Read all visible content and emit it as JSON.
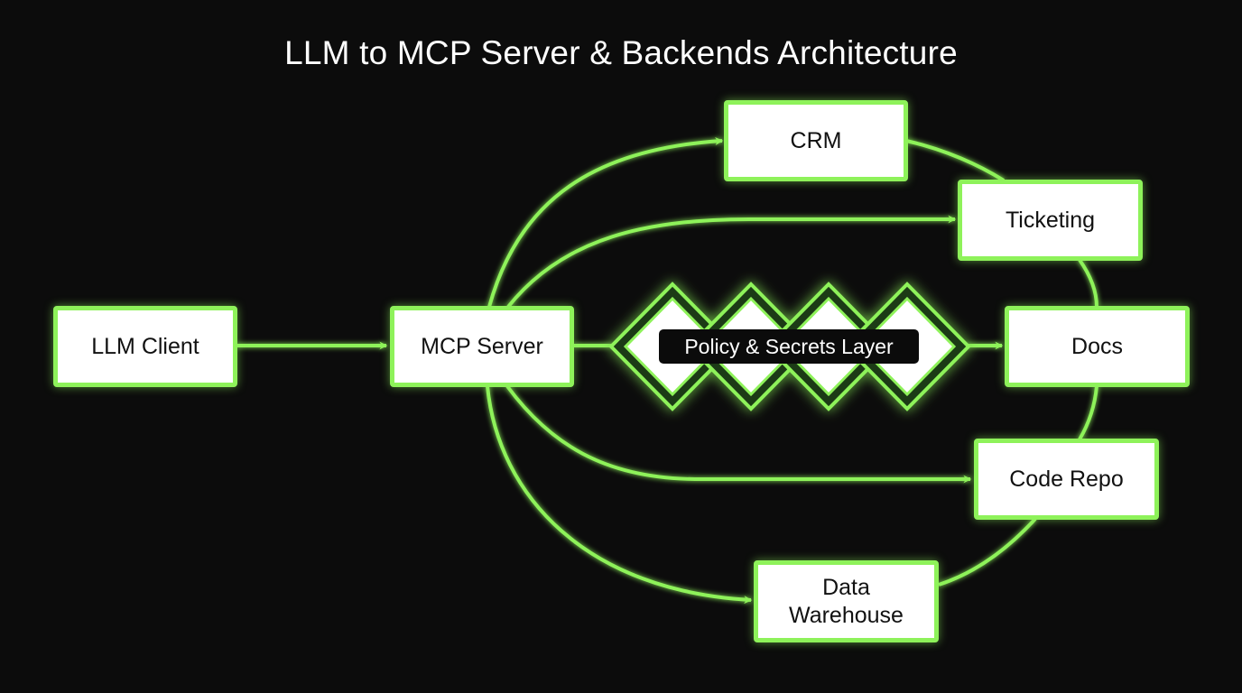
{
  "title": "LLM to MCP Server & Backends Architecture",
  "colors": {
    "background": "#0c0c0c",
    "accent": "#8ef25a",
    "node_fill": "#ffffff",
    "node_text": "#111111",
    "title_text": "#ffffff"
  },
  "nodes": {
    "llm_client": "LLM Client",
    "mcp_server": "MCP Server",
    "policy_layer": "Policy & Secrets Layer",
    "crm": "CRM",
    "ticketing": "Ticketing",
    "docs": "Docs",
    "code_repo": "Code Repo",
    "data_warehouse_line1": "Data",
    "data_warehouse_line2": "Warehouse"
  },
  "edges": [
    {
      "from": "LLM Client",
      "to": "MCP Server",
      "arrow": true
    },
    {
      "from": "MCP Server",
      "to": "CRM",
      "arrow": true
    },
    {
      "from": "MCP Server",
      "to": "Ticketing",
      "arrow": true
    },
    {
      "from": "MCP Server",
      "to": "Policy & Secrets Layer",
      "arrow": false
    },
    {
      "from": "Policy & Secrets Layer",
      "to": "Docs",
      "arrow": true
    },
    {
      "from": "MCP Server",
      "to": "Code Repo",
      "arrow": true
    },
    {
      "from": "MCP Server",
      "to": "Data Warehouse",
      "arrow": true
    },
    {
      "from": "CRM",
      "to": "Ticketing",
      "arrow": false
    },
    {
      "from": "Ticketing",
      "to": "Docs",
      "arrow": false
    },
    {
      "from": "Docs",
      "to": "Code Repo",
      "arrow": false
    },
    {
      "from": "Code Repo",
      "to": "Data Warehouse",
      "arrow": false
    }
  ]
}
